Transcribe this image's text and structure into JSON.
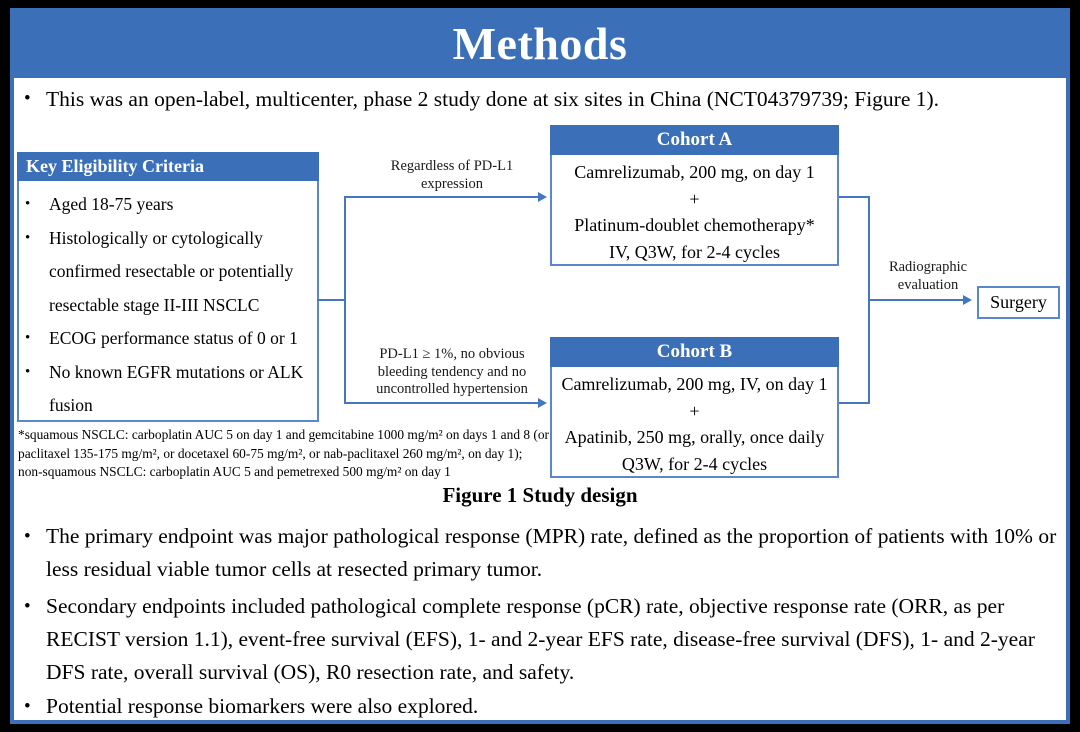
{
  "glyphs": {
    "bullet": "•"
  },
  "colors": {
    "accent_blue": "#3B70B8",
    "connector_blue": "#4576C2",
    "box_border_blue": "#5B87CE",
    "frame_black": "#000000"
  },
  "title": "Methods",
  "intro_bullet": "This was an open-label, multicenter, phase 2 study done at six sites in China (NCT04379739; Figure 1).",
  "figure": {
    "caption": "Figure 1 Study design",
    "eligibility": {
      "header": "Key Eligibility Criteria",
      "items": [
        "Aged 18-75 years",
        "Histologically or cytologically confirmed resectable or potentially resectable stage II-III NSCLC",
        "ECOG performance status of 0 or 1",
        "No known EGFR mutations or ALK fusion"
      ]
    },
    "branch_a_label": "Regardless of PD-L1 expression",
    "branch_b_label": "PD-L1 ≥ 1%, no obvious bleeding tendency and no uncontrolled hypertension",
    "cohort_a": {
      "header": "Cohort A",
      "lines": [
        "Camrelizumab, 200 mg, on day 1",
        "+",
        "Platinum-doublet chemotherapy*",
        "IV, Q3W, for 2-4 cycles"
      ]
    },
    "cohort_b": {
      "header": "Cohort B",
      "lines": [
        "Camrelizumab, 200 mg, IV, on day 1",
        "+",
        "Apatinib, 250 mg, orally, once daily",
        "Q3W, for 2-4 cycles"
      ]
    },
    "evaluation_label": "Radiographic evaluation",
    "surgery_label": "Surgery",
    "footnote": "*squamous NSCLC: carboplatin AUC 5 on day 1 and gemcitabine 1000 mg/m² on days 1 and 8 (or paclitaxel 135-175 mg/m², or docetaxel 60-75 mg/m², or nab-paclitaxel 260 mg/m², on day 1); non-squamous NSCLC: carboplatin AUC 5 and pemetrexed 500 mg/m² on day 1"
  },
  "endpoint_bullets": [
    "The primary endpoint was major pathological response (MPR) rate, defined as the proportion of patients with 10% or less residual viable tumor cells at resected primary tumor.",
    "Secondary endpoints included pathological complete response (pCR) rate, objective response rate (ORR, as per RECIST version 1.1), event-free survival (EFS), 1- and 2-year EFS rate, disease-free survival (DFS), 1- and 2-year DFS rate, overall survival (OS), R0 resection rate, and safety.",
    "Potential response biomarkers were also explored."
  ]
}
